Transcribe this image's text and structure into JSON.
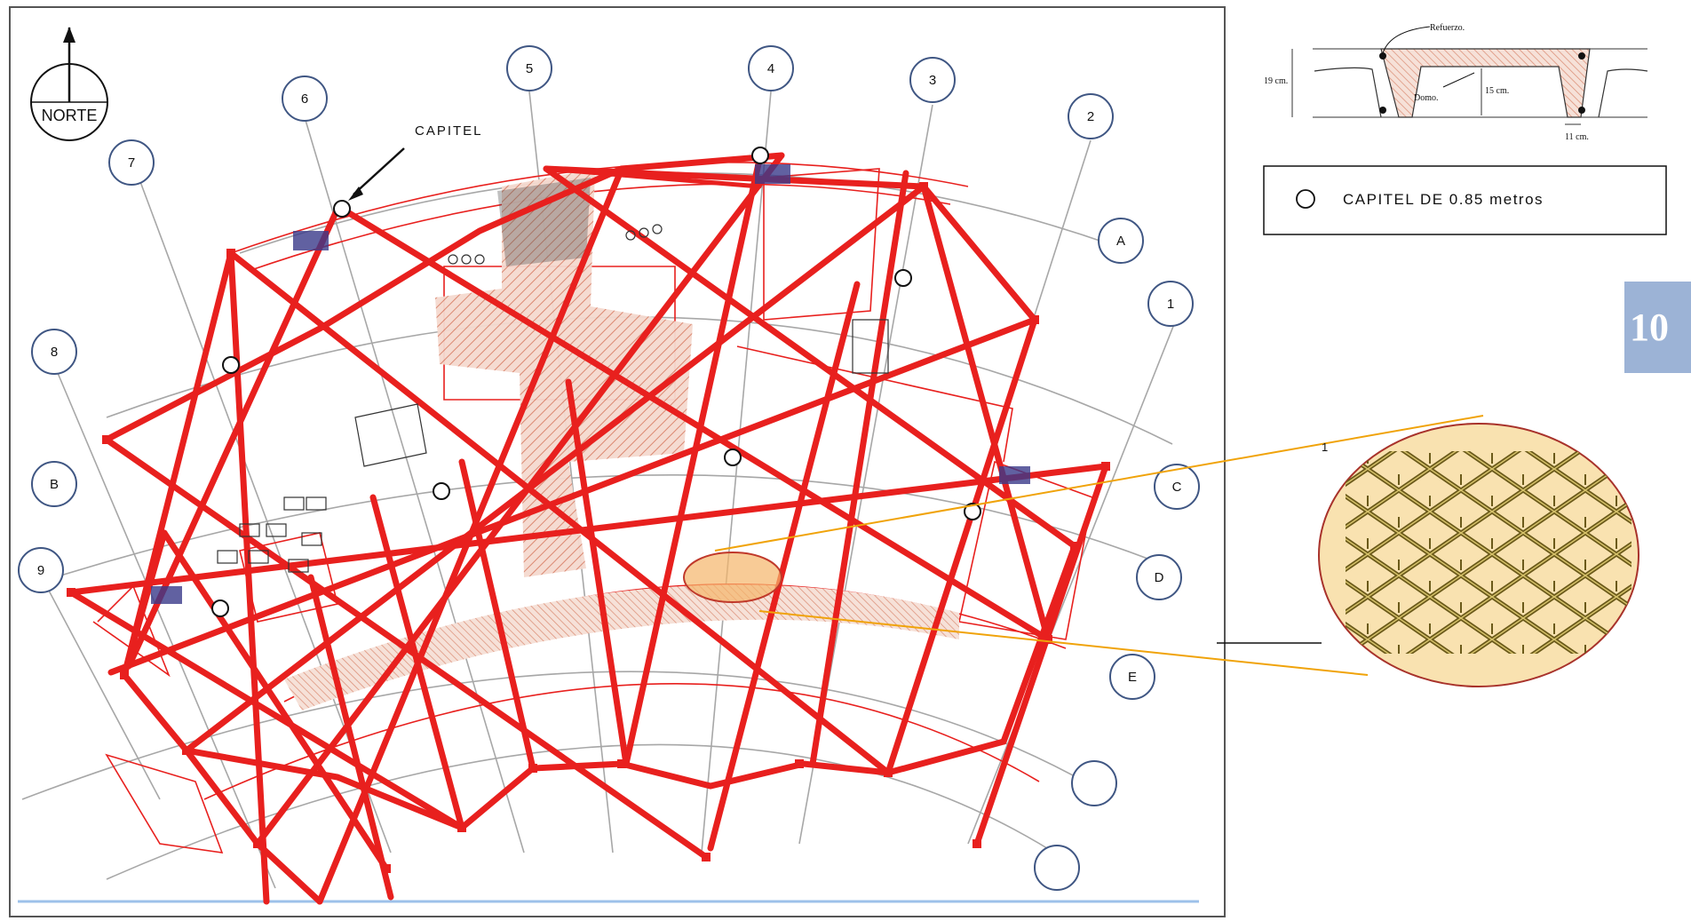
{
  "plan": {
    "north_label": "NORTE",
    "capitel_callout": "CAPITEL",
    "axes_numbers": [
      "1",
      "2",
      "3",
      "4",
      "5",
      "6",
      "7",
      "8",
      "9"
    ],
    "axes_letters": [
      "A",
      "B",
      "C",
      "D",
      "E"
    ],
    "zoom_label": "1",
    "colors": {
      "grid_red": "#e8201e",
      "axis_gray": "#a7a7a7",
      "hatch": "#e3a58e",
      "axis_bubble_stroke": "#3f5683",
      "highlight_fill": "#f5d08a",
      "highlight_stroke": "#c0392b",
      "leader_orange": "#f0a30a"
    }
  },
  "section_detail": {
    "height_label": "19 cm.",
    "refuerzo_label": "Refuerzo.",
    "domo_label": "Domo.",
    "inner_height_label": "15 cm.",
    "rib_width_label": "11 cm."
  },
  "legend": {
    "capitel_label": "CAPITEL DE 0.85 metros",
    "symbol_icon": "circle-outline-icon"
  },
  "page_tab": {
    "text": "10"
  }
}
